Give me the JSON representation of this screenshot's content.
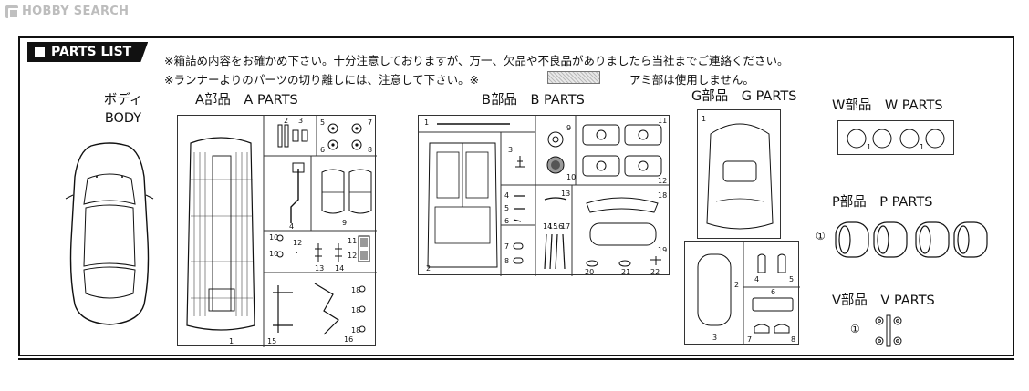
{
  "brand": {
    "name": "HOBBY SEARCH",
    "icon": "hobby-search-logo-icon"
  },
  "header": {
    "label": "PARTS LIST"
  },
  "notes": {
    "line1": "※箱詰め内容をお確かめ下さい。十分注意しておりますが、万一、欠品や不良品がありましたら当社までご連絡ください。",
    "line2a": "※ランナーよりのパーツの切り離しには、注意して下さい。※",
    "line2b": "アミ部は使用しません。"
  },
  "sections": {
    "body": {
      "jp": "ボディ",
      "en": "BODY"
    },
    "a": {
      "title": "A部品　A PARTS",
      "numbers": [
        "1",
        "2",
        "3",
        "4",
        "5",
        "6",
        "7",
        "8",
        "9",
        "10",
        "10",
        "11",
        "12",
        "12",
        "13",
        "14",
        "15",
        "16",
        "18",
        "18",
        "18"
      ]
    },
    "b": {
      "title": "B部品　B PARTS",
      "numbers": [
        "1",
        "2",
        "3",
        "4",
        "5",
        "6",
        "7",
        "8",
        "9",
        "10",
        "11",
        "12",
        "13",
        "14",
        "15",
        "16",
        "17",
        "18",
        "19",
        "20",
        "21",
        "22"
      ]
    },
    "g": {
      "title": "G部品　G PARTS",
      "numbers": [
        "1",
        "2",
        "3",
        "4",
        "5",
        "6",
        "7",
        "8"
      ]
    },
    "w": {
      "title": "W部品　W PARTS",
      "numbers": [
        "1",
        "1"
      ]
    },
    "p": {
      "title": "P部品　P PARTS",
      "marker": "①"
    },
    "v": {
      "title": "V部品　V PARTS",
      "marker": "①"
    }
  }
}
